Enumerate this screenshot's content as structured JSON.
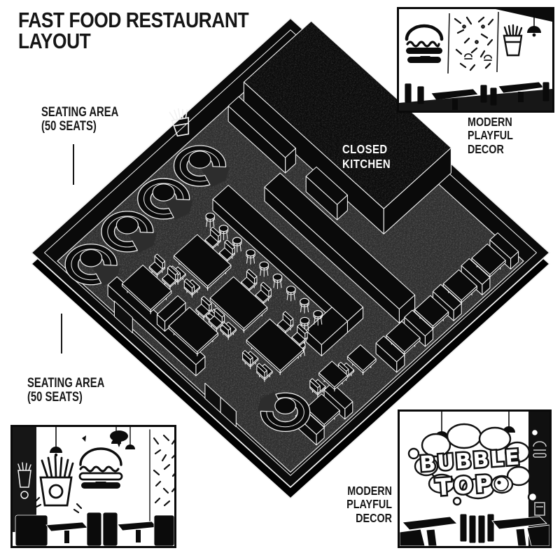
{
  "title": {
    "line1": "FAST FOOD RESTAURANT",
    "line2": "LAYOUT"
  },
  "callouts": {
    "seating_top": {
      "line1": "SEATING AREA",
      "line2": "(50 SEATS)"
    },
    "seating_bottom": {
      "line1": "SEATING AREA",
      "line2": "(50 SEATS)"
    }
  },
  "floor_plan": {
    "kitchen": {
      "line1": "CLOSED",
      "line2": "KITCHEN"
    },
    "seat_count": "50",
    "features": [
      "round-booth-seating",
      "bar-counter-with-stools",
      "four-top-tables",
      "wall-booth-seating",
      "double-entry-doors",
      "closed-kitchen",
      "fries-wall-art"
    ],
    "colors": {
      "wall": "#0a0a0a",
      "floor": "#2d2d2d",
      "outline": "#f2f2f2",
      "plinth": "#000000"
    }
  },
  "insets": {
    "top_right": {
      "label": {
        "line1": "MODERN",
        "line2": "PLAYFUL DECOR"
      },
      "art": [
        "burger-wall-art",
        "sprinkle-pattern-wall",
        "fries-wall-art",
        "pendant-lamp",
        "dining-tables-chairs"
      ]
    },
    "bottom_left": {
      "art": [
        "fries-cup-wall-art",
        "fries-box-wall-art",
        "burger-wall-art",
        "speech-bubble",
        "sprinkle-pattern-wall",
        "pendant-lamps",
        "booth-seating-tables"
      ]
    },
    "bottom_right": {
      "label": {
        "line1": "MODERN",
        "line2": "PLAYFUL",
        "line3": "DECOR"
      },
      "graffiti": {
        "line1": "BUBBLE",
        "line2": "TOP"
      },
      "art": [
        "bubble-graffiti-cloud",
        "pendant-lamps",
        "booth-seating-tables"
      ]
    }
  }
}
